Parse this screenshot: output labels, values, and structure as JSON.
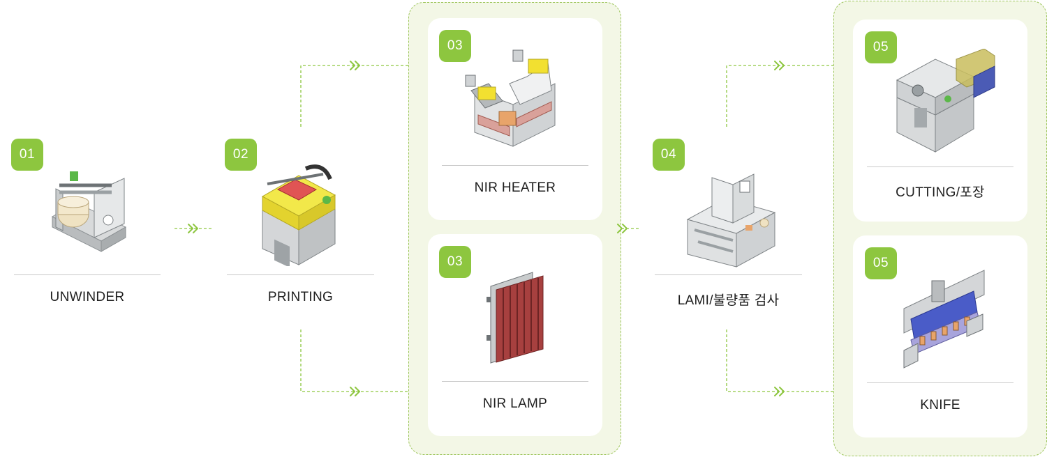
{
  "theme": {
    "accent": "#8dc63f",
    "group_fill": "#f3f7e6",
    "group_border": "#9cc55a"
  },
  "steps": {
    "unwinder": {
      "number": "01",
      "label": "UNWINDER",
      "icon": "unwinder-machine-icon"
    },
    "printing": {
      "number": "02",
      "label": "PRINTING",
      "icon": "printing-machine-icon"
    },
    "nir_heater": {
      "number": "03",
      "label": "NIR HEATER",
      "icon": "nir-heater-icon"
    },
    "nir_lamp": {
      "number": "03",
      "label": "NIR LAMP",
      "icon": "nir-lamp-icon"
    },
    "lami": {
      "number": "04",
      "label": "LAMI/불량품 검사",
      "icon": "lami-inspection-machine-icon"
    },
    "cutting": {
      "number": "05",
      "label": "CUTTING/포장",
      "icon": "cutting-packing-machine-icon"
    },
    "knife": {
      "number": "05",
      "label": "KNIFE",
      "icon": "knife-unit-icon"
    }
  }
}
